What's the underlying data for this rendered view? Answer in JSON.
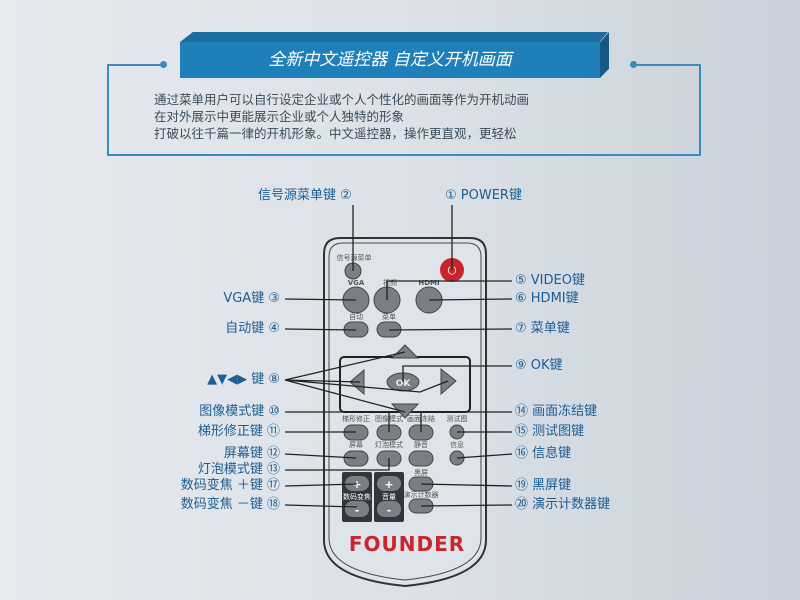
{
  "header": {
    "title": "全新中文遥控器  自定义开机画面"
  },
  "description": [
    "通过菜单用户可以自行设定企业或个人个性化的画面等作为开机动画",
    "在对外展示中更能展示企业或个人独特的形象",
    "打破以往千篇一律的开机形象。中文遥控器，操作更直观，更轻松"
  ],
  "callouts_left": [
    {
      "label": "信号源菜单键 ②"
    },
    {
      "label": "VGA键 ③"
    },
    {
      "label": "自动键 ④"
    },
    {
      "label": "▲▼◀▶ 键 ⑧"
    },
    {
      "label": "图像模式键 ⑩"
    },
    {
      "label": "梯形修正键 ⑪"
    },
    {
      "label": "屏幕键 ⑫"
    },
    {
      "label": "灯泡模式键 ⑬"
    },
    {
      "label": "数码变焦 ＋键 ⑰"
    },
    {
      "label": "数码变焦 －键 ⑱"
    }
  ],
  "callouts_right": [
    {
      "label": "① POWER键"
    },
    {
      "label": "⑤ VIDEO键"
    },
    {
      "label": "⑥ HDMI键"
    },
    {
      "label": "⑦ 菜单键"
    },
    {
      "label": "⑨ OK键"
    },
    {
      "label": "⑭ 画面冻结键"
    },
    {
      "label": "⑮ 测试图键"
    },
    {
      "label": "⑯ 信息键"
    },
    {
      "label": "⑲ 黑屏键"
    },
    {
      "label": "⑳ 演示计数器键"
    }
  ],
  "remote": {
    "source": "信号源菜单",
    "vga": "VGA",
    "video": "视频",
    "hdmi": "HDMI",
    "auto": "自动",
    "menu": "菜单",
    "ok": "OK",
    "keystone": "梯形修正",
    "picture_mode": "图像模式",
    "freeze": "画面冻结",
    "test_pattern": "测试图",
    "screen": "屏幕",
    "lamp_mode": "灯泡模式",
    "mute": "静音",
    "info": "信息",
    "blank": "黑屏",
    "timer": "演示计数器",
    "zoom": "数码变焦",
    "volume": "音量",
    "plus": "+",
    "minus": "-",
    "power": "⏻",
    "brand": "FOUNDER",
    "brand_color": "#c8262c",
    "accent": "#1f7fb8"
  }
}
